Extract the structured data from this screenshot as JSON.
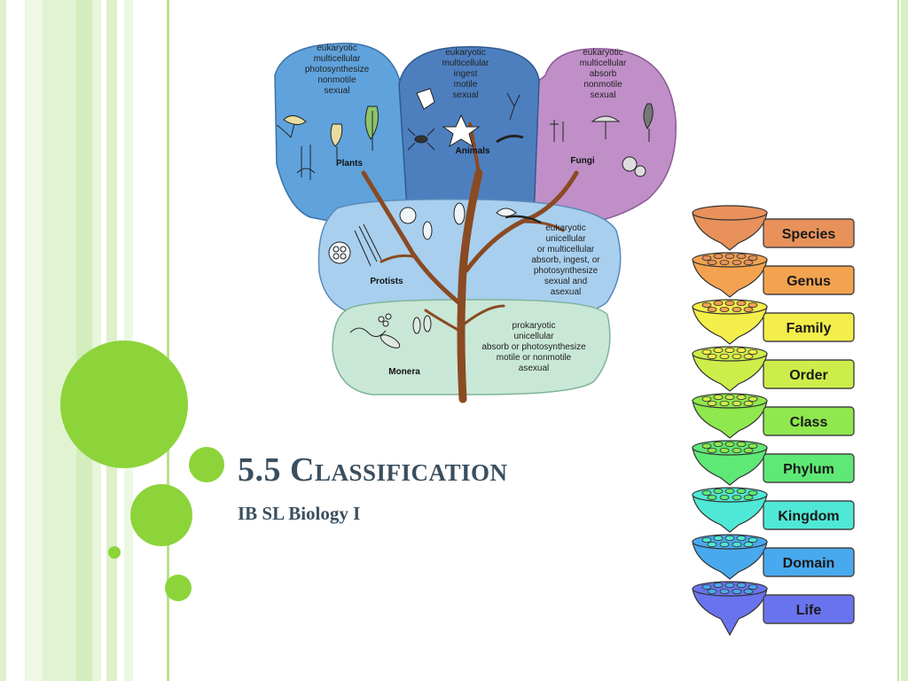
{
  "slide": {
    "title": "5.5 Classification",
    "subtitle": "IB SL Biology I"
  },
  "tree": {
    "plants": {
      "name": "Plants",
      "lines": [
        "eukaryotic",
        "multicellular",
        "photosynthesize",
        "nonmotile",
        "sexual"
      ]
    },
    "animals": {
      "name": "Animals",
      "lines": [
        "eukaryotic",
        "multicellular",
        "ingest",
        "motile",
        "sexual"
      ]
    },
    "fungi": {
      "name": "Fungi",
      "lines": [
        "eukaryotic",
        "multicellular",
        "absorb",
        "nonmotile",
        "sexual"
      ]
    },
    "protists": {
      "name": "Protists",
      "lines": [
        "eukaryotic",
        "unicellular",
        "or multicellular",
        "absorb, ingest, or",
        "photosynthesize",
        "sexual and",
        "asexual"
      ]
    },
    "monera": {
      "name": "Monera",
      "lines": [
        "prokaryotic",
        "unicellular",
        "absorb or photosynthesize",
        "motile or nonmotile",
        "asexual"
      ]
    }
  },
  "taxonomy": {
    "ranks": [
      {
        "label": "Species",
        "color": "#e8915a"
      },
      {
        "label": "Genus",
        "color": "#f3a34f"
      },
      {
        "label": "Family",
        "color": "#f4ee4a"
      },
      {
        "label": "Order",
        "color": "#cdee4a"
      },
      {
        "label": "Class",
        "color": "#8fe84d"
      },
      {
        "label": "Phylum",
        "color": "#5ee876"
      },
      {
        "label": "Kingdom",
        "color": "#4fe8d6"
      },
      {
        "label": "Domain",
        "color": "#49a9ee"
      },
      {
        "label": "Life",
        "color": "#6a73ee"
      }
    ]
  },
  "colors": {
    "accent_green": "#8cd43a",
    "stripe_green": "#c9e9b0",
    "title_color": "#3a4f5f",
    "trunk_brown": "#8a4a22"
  }
}
